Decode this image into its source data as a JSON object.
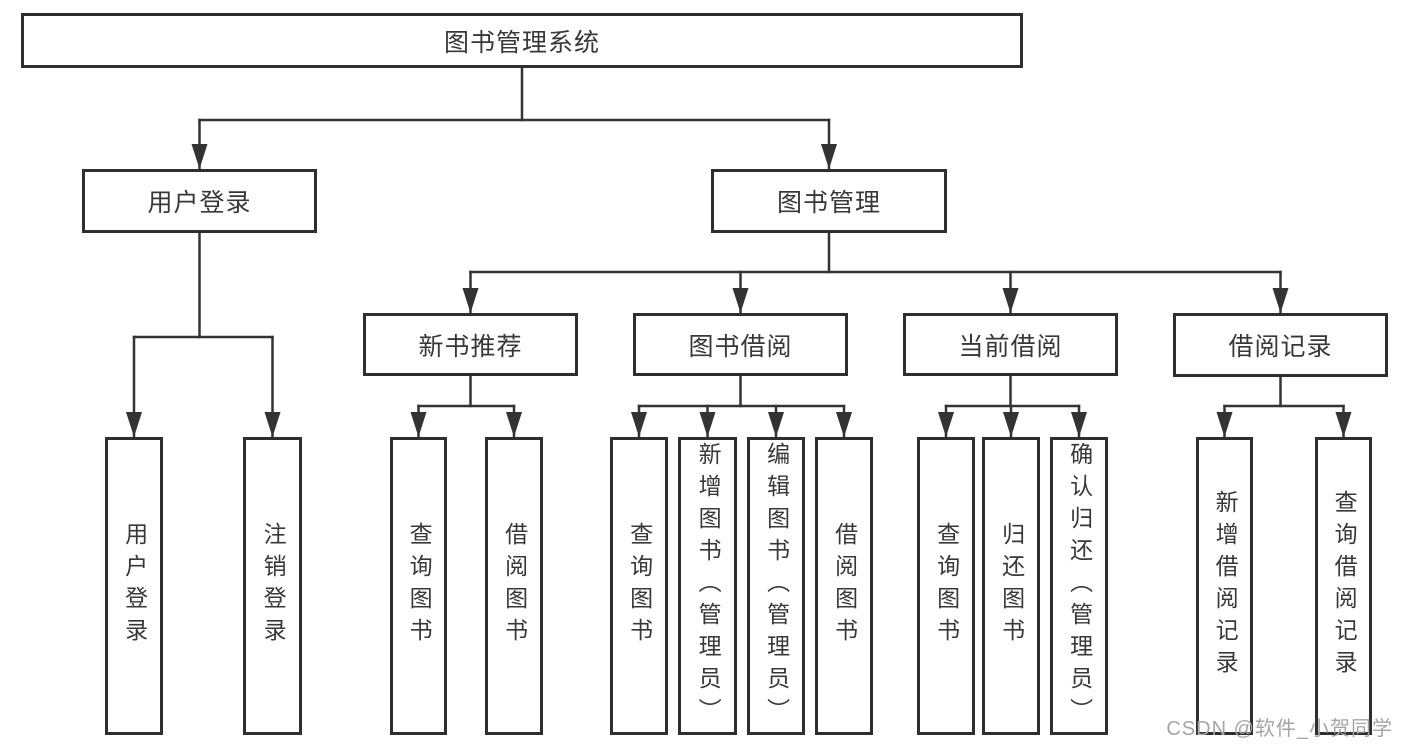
{
  "diagram_title": "图书管理系统",
  "tree": {
    "label": "图书管理系统",
    "children": [
      {
        "label": "用户登录",
        "children": [
          {
            "label": "用户登录"
          },
          {
            "label": "注销登录"
          }
        ]
      },
      {
        "label": "图书管理",
        "children": [
          {
            "label": "新书推荐",
            "children": [
              {
                "label": "查询图书"
              },
              {
                "label": "借阅图书"
              }
            ]
          },
          {
            "label": "图书借阅",
            "children": [
              {
                "label": "查询图书"
              },
              {
                "label": "新增图书（管理员）"
              },
              {
                "label": "编辑图书（管理员）"
              },
              {
                "label": "借阅图书"
              }
            ]
          },
          {
            "label": "当前借阅",
            "children": [
              {
                "label": "查询图书"
              },
              {
                "label": "归还图书"
              },
              {
                "label": "确认归还（管理员）"
              }
            ]
          },
          {
            "label": "借阅记录",
            "children": [
              {
                "label": "新增借阅记录"
              },
              {
                "label": "查询借阅记录"
              }
            ]
          }
        ]
      }
    ]
  },
  "watermark": "CSDN @软件_小贺同学",
  "colors": {
    "line": "#333333",
    "box_border": "#2e2e2e",
    "text": "#383838",
    "watermark": "#a5a5a5",
    "background": "#ffffff"
  }
}
